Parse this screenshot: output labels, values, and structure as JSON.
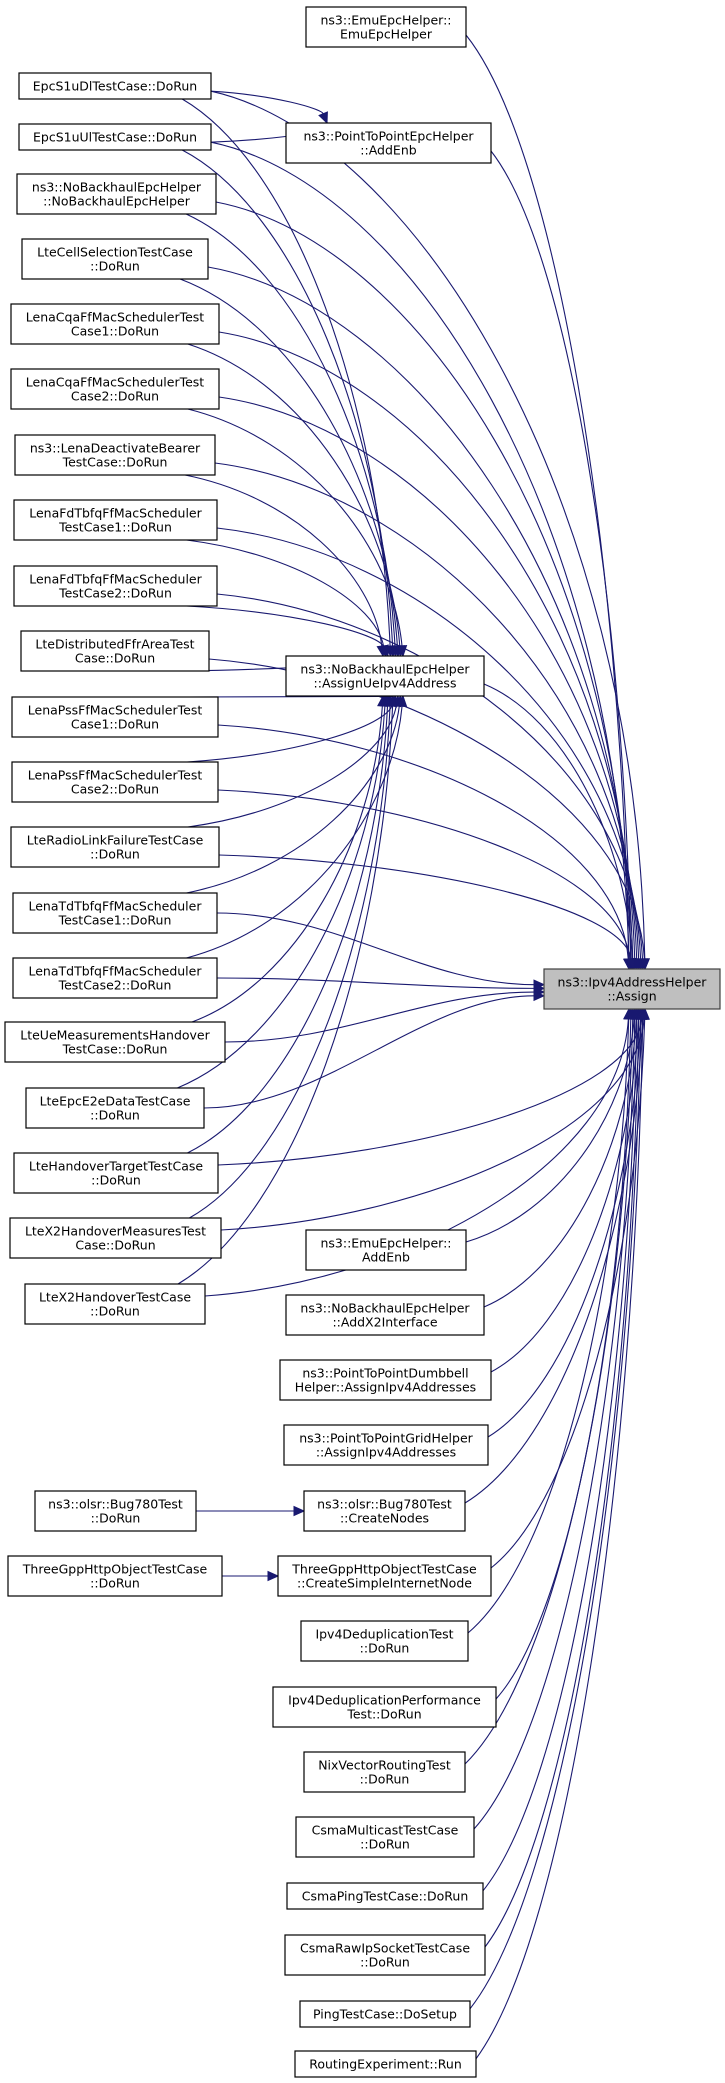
{
  "graph": {
    "title": "ns3::Ipv4AddressHelper::Assign caller graph",
    "colors": {
      "edge": "#191970",
      "root_fill": "#bfbfbf",
      "node_fill": "#ffffff",
      "node_border": "#000000"
    },
    "root": "assign",
    "nodes": [
      {
        "id": "assign",
        "lines": [
          "ns3::Ipv4AddressHelper",
          "::Assign"
        ],
        "root": true
      },
      {
        "id": "emu_ctor",
        "lines": [
          "ns3::EmuEpcHelper::",
          "EmuEpcHelper"
        ]
      },
      {
        "id": "p2p_addenb",
        "lines": [
          "ns3::PointToPointEpcHelper",
          "::AddEnb"
        ]
      },
      {
        "id": "nobh_assignue",
        "lines": [
          "ns3::NoBackhaulEpcHelper",
          "::AssignUeIpv4Address"
        ]
      },
      {
        "id": "emu_addenb",
        "lines": [
          "ns3::EmuEpcHelper::",
          "AddEnb"
        ]
      },
      {
        "id": "nobh_addx2",
        "lines": [
          "ns3::NoBackhaulEpcHelper",
          "::AddX2Interface"
        ]
      },
      {
        "id": "dumbbell",
        "lines": [
          "ns3::PointToPointDumbbell",
          "Helper::AssignIpv4Addresses"
        ]
      },
      {
        "id": "grid",
        "lines": [
          "ns3::PointToPointGridHelper",
          "::AssignIpv4Addresses"
        ]
      },
      {
        "id": "bug780_create",
        "lines": [
          "ns3::olsr::Bug780Test",
          "::CreateNodes"
        ]
      },
      {
        "id": "threegpp_create",
        "lines": [
          "ThreeGppHttpObjectTestCase",
          "::CreateSimpleInternetNode"
        ]
      },
      {
        "id": "dedup",
        "lines": [
          "Ipv4DeduplicationTest",
          "::DoRun"
        ]
      },
      {
        "id": "dedup_perf",
        "lines": [
          "Ipv4DeduplicationPerformance",
          "Test::DoRun"
        ]
      },
      {
        "id": "nix",
        "lines": [
          "NixVectorRoutingTest",
          "::DoRun"
        ]
      },
      {
        "id": "csma_mcast",
        "lines": [
          "CsmaMulticastTestCase",
          "::DoRun"
        ]
      },
      {
        "id": "csma_ping",
        "lines": [
          "CsmaPingTestCase::DoRun"
        ]
      },
      {
        "id": "csma_raw",
        "lines": [
          "CsmaRawIpSocketTestCase",
          "::DoRun"
        ]
      },
      {
        "id": "ping_setup",
        "lines": [
          "PingTestCase::DoSetup"
        ]
      },
      {
        "id": "routing_exp",
        "lines": [
          "RoutingExperiment::Run"
        ]
      },
      {
        "id": "s1udl",
        "lines": [
          "EpcS1uDlTestCase::DoRun"
        ]
      },
      {
        "id": "s1uul",
        "lines": [
          "EpcS1uUlTestCase::DoRun"
        ]
      },
      {
        "id": "nobh_ctor",
        "lines": [
          "ns3::NoBackhaulEpcHelper",
          "::NoBackhaulEpcHelper"
        ]
      },
      {
        "id": "cellsel",
        "lines": [
          "LteCellSelectionTestCase",
          "::DoRun"
        ]
      },
      {
        "id": "cqa1",
        "lines": [
          "LenaCqaFfMacSchedulerTest",
          "Case1::DoRun"
        ]
      },
      {
        "id": "cqa2",
        "lines": [
          "LenaCqaFfMacSchedulerTest",
          "Case2::DoRun"
        ]
      },
      {
        "id": "deact",
        "lines": [
          "ns3::LenaDeactivateBearer",
          "TestCase::DoRun"
        ]
      },
      {
        "id": "fd1",
        "lines": [
          "LenaFdTbfqFfMacScheduler",
          "TestCase1::DoRun"
        ]
      },
      {
        "id": "fd2",
        "lines": [
          "LenaFdTbfqFfMacScheduler",
          "TestCase2::DoRun"
        ]
      },
      {
        "id": "dffr",
        "lines": [
          "LteDistributedFfrAreaTest",
          "Case::DoRun"
        ]
      },
      {
        "id": "pss1",
        "lines": [
          "LenaPssFfMacSchedulerTest",
          "Case1::DoRun"
        ]
      },
      {
        "id": "pss2",
        "lines": [
          "LenaPssFfMacSchedulerTest",
          "Case2::DoRun"
        ]
      },
      {
        "id": "rlf",
        "lines": [
          "LteRadioLinkFailureTestCase",
          "::DoRun"
        ]
      },
      {
        "id": "td1",
        "lines": [
          "LenaTdTbfqFfMacScheduler",
          "TestCase1::DoRun"
        ]
      },
      {
        "id": "td2",
        "lines": [
          "LenaTdTbfqFfMacScheduler",
          "TestCase2::DoRun"
        ]
      },
      {
        "id": "uemeas",
        "lines": [
          "LteUeMeasurementsHandover",
          "TestCase::DoRun"
        ]
      },
      {
        "id": "e2e",
        "lines": [
          "LteEpcE2eDataTestCase",
          "::DoRun"
        ]
      },
      {
        "id": "hotarget",
        "lines": [
          "LteHandoverTargetTestCase",
          "::DoRun"
        ]
      },
      {
        "id": "x2meas",
        "lines": [
          "LteX2HandoverMeasuresTest",
          "Case::DoRun"
        ]
      },
      {
        "id": "x2ho",
        "lines": [
          "LteX2HandoverTestCase",
          "::DoRun"
        ]
      },
      {
        "id": "bug780_run",
        "lines": [
          "ns3::olsr::Bug780Test",
          "::DoRun"
        ]
      },
      {
        "id": "threegpp_run",
        "lines": [
          "ThreeGppHttpObjectTestCase",
          "::DoRun"
        ]
      }
    ],
    "edges": [
      [
        "emu_ctor",
        "assign"
      ],
      [
        "p2p_addenb",
        "assign"
      ],
      [
        "nobh_assignue",
        "assign"
      ],
      [
        "emu_addenb",
        "assign"
      ],
      [
        "nobh_addx2",
        "assign"
      ],
      [
        "dumbbell",
        "assign"
      ],
      [
        "grid",
        "assign"
      ],
      [
        "bug780_create",
        "assign"
      ],
      [
        "threegpp_create",
        "assign"
      ],
      [
        "dedup",
        "assign"
      ],
      [
        "dedup_perf",
        "assign"
      ],
      [
        "nix",
        "assign"
      ],
      [
        "csma_mcast",
        "assign"
      ],
      [
        "csma_ping",
        "assign"
      ],
      [
        "csma_raw",
        "assign"
      ],
      [
        "ping_setup",
        "assign"
      ],
      [
        "routing_exp",
        "assign"
      ],
      [
        "s1udl",
        "assign"
      ],
      [
        "s1uul",
        "assign"
      ],
      [
        "nobh_ctor",
        "assign"
      ],
      [
        "cellsel",
        "assign"
      ],
      [
        "cqa1",
        "assign"
      ],
      [
        "cqa2",
        "assign"
      ],
      [
        "deact",
        "assign"
      ],
      [
        "fd1",
        "assign"
      ],
      [
        "fd2",
        "assign"
      ],
      [
        "dffr",
        "assign"
      ],
      [
        "pss1",
        "assign"
      ],
      [
        "pss2",
        "assign"
      ],
      [
        "rlf",
        "assign"
      ],
      [
        "td1",
        "assign"
      ],
      [
        "td2",
        "assign"
      ],
      [
        "uemeas",
        "assign"
      ],
      [
        "e2e",
        "assign"
      ],
      [
        "hotarget",
        "assign"
      ],
      [
        "x2meas",
        "assign"
      ],
      [
        "x2ho",
        "assign"
      ],
      [
        "s1udl",
        "p2p_addenb"
      ],
      [
        "s1uul",
        "p2p_addenb"
      ],
      [
        "s1udl",
        "nobh_assignue"
      ],
      [
        "s1uul",
        "nobh_assignue"
      ],
      [
        "nobh_ctor",
        "nobh_assignue"
      ],
      [
        "cellsel",
        "nobh_assignue"
      ],
      [
        "cqa1",
        "nobh_assignue"
      ],
      [
        "cqa2",
        "nobh_assignue"
      ],
      [
        "deact",
        "nobh_assignue"
      ],
      [
        "fd1",
        "nobh_assignue"
      ],
      [
        "fd2",
        "nobh_assignue"
      ],
      [
        "dffr",
        "nobh_assignue"
      ],
      [
        "pss1",
        "nobh_assignue"
      ],
      [
        "pss2",
        "nobh_assignue"
      ],
      [
        "rlf",
        "nobh_assignue"
      ],
      [
        "td1",
        "nobh_assignue"
      ],
      [
        "td2",
        "nobh_assignue"
      ],
      [
        "uemeas",
        "nobh_assignue"
      ],
      [
        "e2e",
        "nobh_assignue"
      ],
      [
        "hotarget",
        "nobh_assignue"
      ],
      [
        "x2meas",
        "nobh_assignue"
      ],
      [
        "x2ho",
        "nobh_assignue"
      ],
      [
        "bug780_run",
        "bug780_create"
      ],
      [
        "threegpp_run",
        "threegpp_create"
      ]
    ]
  }
}
